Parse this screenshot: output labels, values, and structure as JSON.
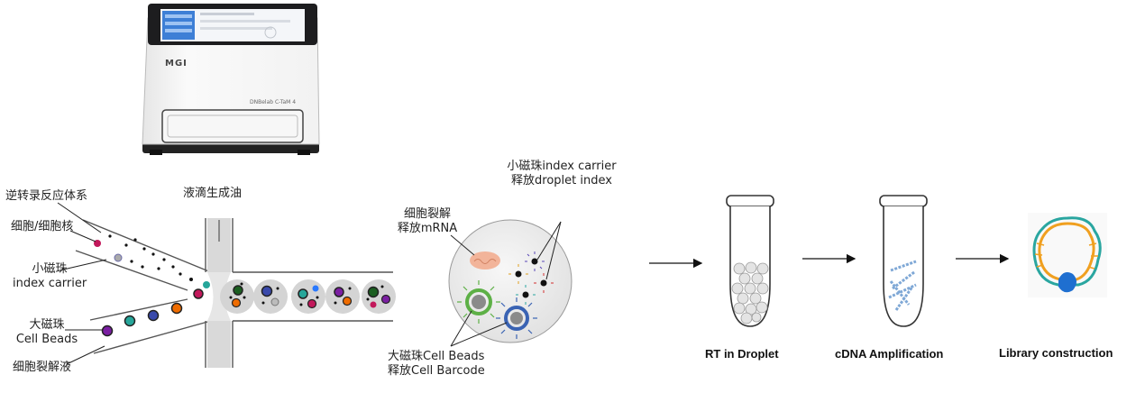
{
  "instrument": {
    "brand": "MGI",
    "model": "DNBelab C-TaM 4"
  },
  "chip_labels": {
    "rt_system": "逆转录反应体系",
    "cell_nucleus": "细胞/细胞核",
    "small_bead_line1": "小磁珠",
    "small_bead_line2": "index carrier",
    "big_bead_line1": "大磁珠",
    "big_bead_line2": "Cell Beads",
    "lysis": "细胞裂解液",
    "oil": "液滴生成油"
  },
  "droplet_labels": {
    "small_bead_line1": "小磁珠index carrier",
    "small_bead_line2": "释放droplet index",
    "lysis_line1": "细胞裂解",
    "lysis_line2": "释放mRNA",
    "big_bead_line1": "大磁珠Cell Beads",
    "big_bead_line2": "释放Cell Barcode"
  },
  "steps": [
    {
      "label": "RT in Droplet"
    },
    {
      "label": "cDNA Amplification"
    },
    {
      "label": "Library construction"
    }
  ],
  "colors": {
    "outline": "#555555",
    "droplet_fill": "#dcdcdc",
    "big_bead_green": "#5db046",
    "big_bead_blue": "#3a63b3",
    "mrna": "#f2b49a",
    "dna_teal": "#2aa6a0",
    "dna_orange": "#f0a020",
    "dna_blue": "#1f6fd0"
  }
}
